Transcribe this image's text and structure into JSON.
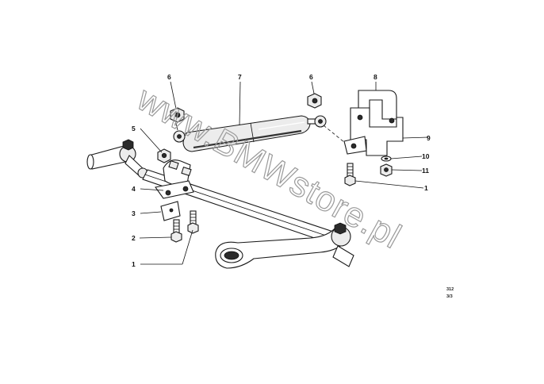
{
  "watermark": "www.BMWstore.pl",
  "callouts": {
    "c1_bottom": "1",
    "c1_right": "1",
    "c2": "2",
    "c3": "3",
    "c4": "4",
    "c5": "5",
    "c6_left": "6",
    "c6_right": "6",
    "c7": "7",
    "c8": "8",
    "c9": "9",
    "c10": "10",
    "c11": "11"
  },
  "reference": {
    "line1": "312",
    "line2": "3/3"
  }
}
